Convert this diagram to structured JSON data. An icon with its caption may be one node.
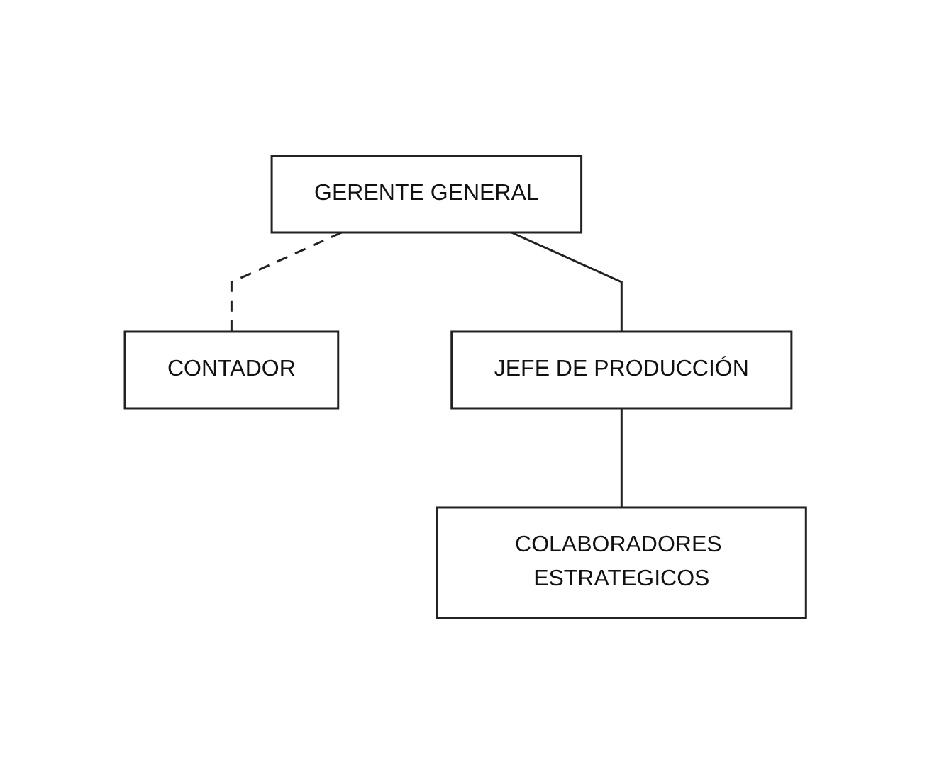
{
  "diagram": {
    "nodes": [
      {
        "text": [
          "GERENTE GENERAL"
        ]
      },
      {
        "text": [
          "CONTADOR"
        ]
      },
      {
        "text": [
          "JEFE DE PRODUCCIÓN"
        ]
      },
      {
        "text": [
          "COLABORADORES ESTRATEGICOS"
        ]
      }
    ],
    "edges": [
      {
        "from": 0,
        "to": 2,
        "arrow": "none"
      },
      {
        "from": 0,
        "to": 1,
        "arrow": "none",
        "style": "dashed"
      },
      {
        "from": 2,
        "to": 3,
        "arrow": "none"
      }
    ]
  }
}
